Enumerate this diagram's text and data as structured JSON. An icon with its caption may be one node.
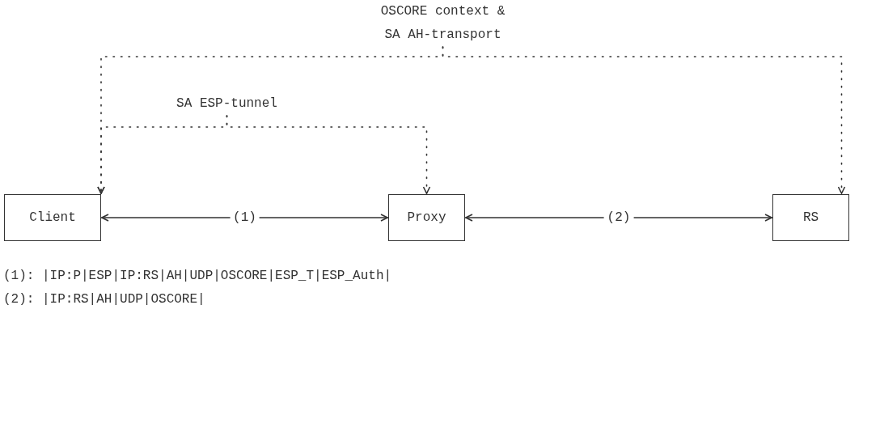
{
  "diagram": {
    "nodes": [
      {
        "text": [
          "OSCORE context & SA AH-transport"
        ]
      },
      {
        "text": [
          "SA ESP-tunnel"
        ]
      },
      {
        "text": [
          "Client"
        ]
      },
      {
        "text": [
          "Proxy"
        ]
      },
      {
        "text": [
          "RS"
        ]
      }
    ],
    "edges": [
      {
        "from": 0,
        "to": 2,
        "arrow": "to",
        "style": "dashed"
      },
      {
        "from": 0,
        "to": 4,
        "arrow": "to",
        "style": "dashed"
      },
      {
        "from": 1,
        "to": 2,
        "arrow": "to",
        "style": "dashed"
      },
      {
        "from": 1,
        "to": 3,
        "arrow": "to",
        "style": "dashed"
      },
      {
        "from": 2,
        "to": 3,
        "arrow": "both",
        "label": "(1)"
      },
      {
        "from": 3,
        "to": 4,
        "arrow": "both",
        "label": "(2)"
      }
    ],
    "labels": [
      "(1): |IP:P|ESP|IP:RS|AH|UDP|OSCORE|ESP_T|ESP_Auth|",
      "(2): |IP:RS|AH|UDP|OSCORE|"
    ]
  }
}
